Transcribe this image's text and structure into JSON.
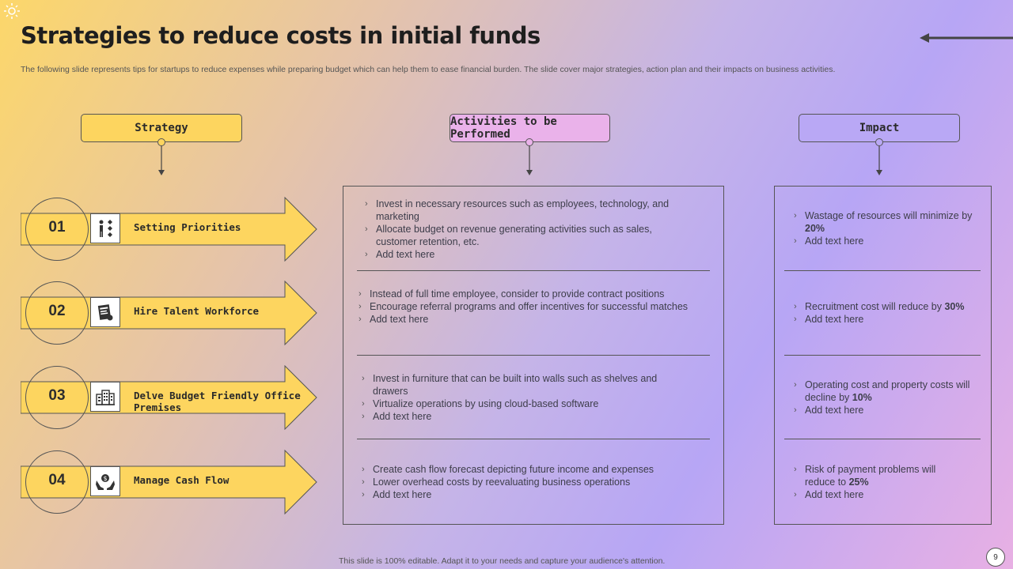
{
  "slide": {
    "title": "Strategies to reduce costs in initial funds",
    "subtitle": "The following slide represents tips for startups to reduce expenses while preparing budget which can help them to ease financial burden. The slide cover major strategies, action plan and their impacts on business activities.",
    "footer": "This slide is 100% editable. Adapt it to your needs and capture your audience's attention.",
    "page_number": "9"
  },
  "headers": {
    "strategy": "Strategy",
    "activities": "Activities to be Performed",
    "impact": "Impact"
  },
  "colors": {
    "yellow": "#fdd55f",
    "pink": "#eab2ea",
    "purple": "#b9a8f5"
  },
  "strategies": [
    {
      "num": "01",
      "label": "Setting  Priorities",
      "icon": "priorities-icon"
    },
    {
      "num": "02",
      "label": "Hire Talent Workforce",
      "icon": "hire-talent-icon"
    },
    {
      "num": "03",
      "label": "Delve Budget Friendly Office Premises",
      "icon": "office-building-icon"
    },
    {
      "num": "04",
      "label": "Manage Cash Flow",
      "icon": "cash-flow-hands-icon"
    }
  ],
  "activities": [
    [
      "Invest in necessary resources such as employees, technology, and marketing",
      "Allocate budget on revenue  generating activities such as sales, customer retention, etc.",
      "Add text here"
    ],
    [
      "Instead of full time employee, consider to provide  contract positions",
      "Encourage referral programs and offer incentives for successful matches",
      "Add text here"
    ],
    [
      "Invest in furniture that can be built into walls such as shelves and drawers",
      "Virtualize operations  by using cloud-based software",
      "Add text here"
    ],
    [
      "Create cash flow forecast depicting future income and expenses",
      "Lower overhead  costs by reevaluating  business operations",
      " Add text here"
    ]
  ],
  "impacts": [
    {
      "lines": [
        "Wastage of resources will minimize by ",
        "Add text here"
      ],
      "highlight": "20%"
    },
    {
      "lines": [
        "Recruitment cost will reduce by ",
        "Add text here"
      ],
      "highlight": "30%"
    },
    {
      "lines": [
        "Operating cost and property costs will decline by ",
        "Add text here"
      ],
      "highlight": "10%"
    },
    {
      "lines": [
        "Risk of payment problems will reduce to ",
        "Add text here"
      ],
      "highlight": "25%"
    }
  ]
}
